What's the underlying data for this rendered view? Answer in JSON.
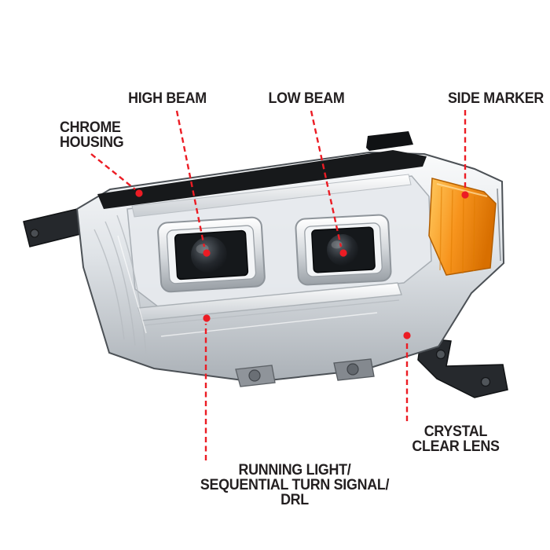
{
  "diagram": {
    "colors": {
      "accent": "#ec1c24",
      "text": "#231f20",
      "amber": "#f7941d",
      "background": "#ffffff"
    },
    "callouts": {
      "high_beam": {
        "lines": [
          "HIGH BEAM"
        ]
      },
      "low_beam": {
        "lines": [
          "LOW BEAM"
        ]
      },
      "side_marker": {
        "lines": [
          "SIDE MARKER"
        ]
      },
      "chrome_housing": {
        "lines": [
          "CHROME",
          "HOUSING"
        ]
      },
      "crystal_clear_lens": {
        "lines": [
          "CRYSTAL",
          "CLEAR LENS"
        ]
      },
      "running_light": {
        "lines": [
          "RUNNING LIGHT/",
          "SEQUENTIAL TURN SIGNAL/",
          "DRL"
        ]
      }
    }
  }
}
